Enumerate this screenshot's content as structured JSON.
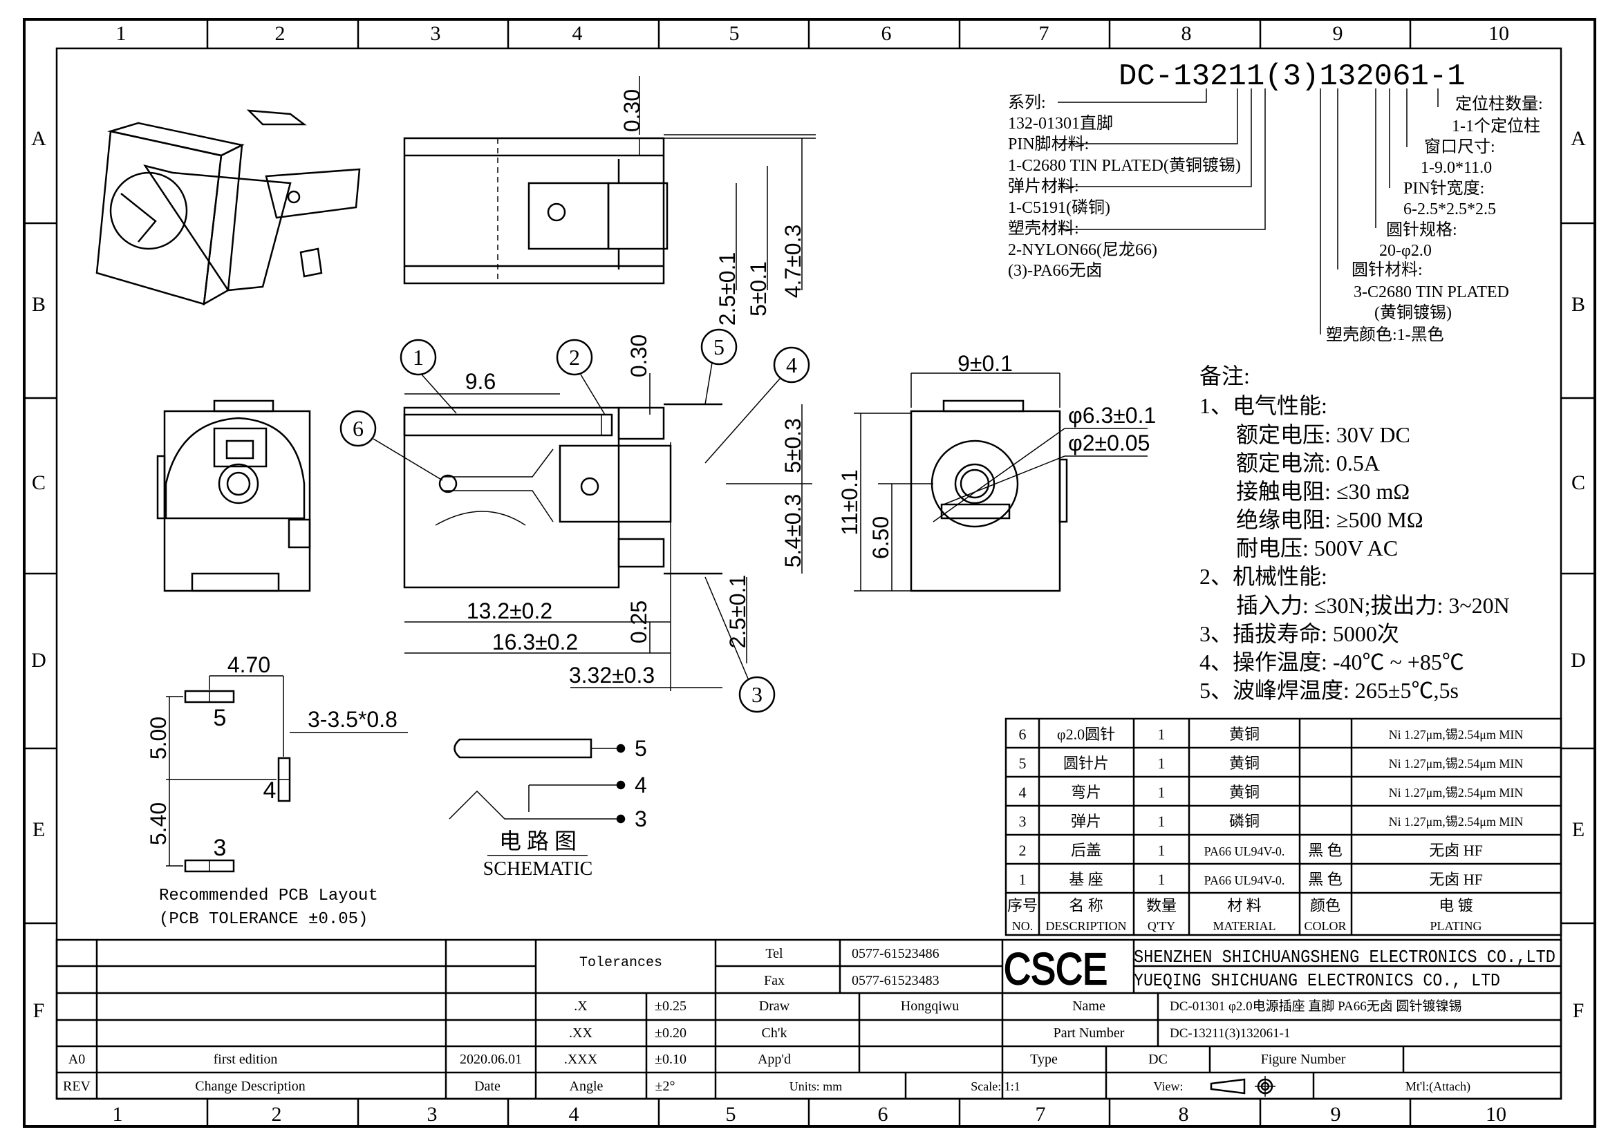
{
  "zone_columns": [
    "1",
    "2",
    "3",
    "4",
    "5",
    "6",
    "7",
    "8",
    "9",
    "10"
  ],
  "zone_rows": [
    "A",
    "B",
    "C",
    "D",
    "E",
    "F"
  ],
  "part_code": {
    "main": "DC-13211(3)132061-1",
    "lines": [
      "系列:",
      "132-01301直脚",
      "PIN脚材料:",
      "1-C2680 TIN PLATED(黄铜镀锡)",
      "弹片材料:",
      "1-C5191(磷铜)",
      "塑壳材料:",
      "2-NYLON66(尼龙66)",
      "(3)-PA66无卤"
    ],
    "right_notes": [
      "定位柱数量:",
      "1-1个定位柱",
      "窗口尺寸:",
      "1-9.0*11.0",
      "PIN针宽度:",
      "6-2.5*2.5*2.5",
      "圆针规格:",
      "20-φ2.0",
      "圆针材料:",
      "3-C2680 TIN PLATED",
      "(黄铜镀锡)",
      "塑壳颜色:1-黑色"
    ]
  },
  "notes": {
    "title": "备注:",
    "items": [
      "1、电气性能:",
      "额定电压: 30V DC",
      "额定电流: 0.5A",
      "接触电阻: ≤30 mΩ",
      "绝缘电阻: ≥500 MΩ",
      "耐电压: 500V AC",
      "2、机械性能:",
      "插入力: ≤30N;拔出力: 3~20N",
      "3、插拔寿命: 5000次",
      "4、操作温度: -40℃ ~ +85℃",
      "5、波峰焊温度: 265±5℃,5s"
    ]
  },
  "dimensions": {
    "top_view": [
      "0.30",
      "4.7±0.3",
      "2.5±0.1",
      "5±0.1"
    ],
    "side_view": [
      "9.6",
      "0.30",
      "5±0.3",
      "5.4±0.3",
      "13.2±0.2",
      "16.3±0.2",
      "0.25",
      "2.5±0.1",
      "3.32±0.3"
    ],
    "front_view": [
      "9±0.1",
      "φ6.3±0.1",
      "φ2±0.05",
      "11±0.1",
      "6.50"
    ],
    "pcb": [
      "4.70",
      "3-3.5*0.8",
      "5.00",
      "5.40"
    ]
  },
  "balloons": [
    "1",
    "2",
    "3",
    "4",
    "5",
    "6"
  ],
  "pcb_layout": {
    "pad_labels": [
      "5",
      "4",
      "3"
    ],
    "caption1": "Recommended PCB Layout",
    "caption2": "(PCB TOLERANCE ±0.05)"
  },
  "schematic": {
    "pins": [
      "5",
      "4",
      "3"
    ],
    "title_cn": "电 路 图",
    "title_en": "SCHEMATIC"
  },
  "bom": {
    "rows": [
      {
        "no": "6",
        "desc": "φ2.0圆针",
        "qty": "1",
        "material": "黄铜",
        "color": "",
        "plating": "Ni 1.27μm,锡2.54μm MIN"
      },
      {
        "no": "5",
        "desc": "圆针片",
        "qty": "1",
        "material": "黄铜",
        "color": "",
        "plating": "Ni 1.27μm,锡2.54μm MIN"
      },
      {
        "no": "4",
        "desc": "弯片",
        "qty": "1",
        "material": "黄铜",
        "color": "",
        "plating": "Ni 1.27μm,锡2.54μm MIN"
      },
      {
        "no": "3",
        "desc": "弹片",
        "qty": "1",
        "material": "磷铜",
        "color": "",
        "plating": "Ni 1.27μm,锡2.54μm MIN"
      },
      {
        "no": "2",
        "desc": "后盖",
        "qty": "1",
        "material": "PA66 UL94V-0.",
        "color": "黑 色",
        "plating": "无卤 HF"
      },
      {
        "no": "1",
        "desc": "基 座",
        "qty": "1",
        "material": "PA66 UL94V-0.",
        "color": "黑 色",
        "plating": "无卤 HF"
      }
    ],
    "header": {
      "no_cn": "序号",
      "no_en": "NO.",
      "desc_cn": "名 称",
      "desc_en": "DESCRIPTION",
      "qty_cn": "数量",
      "qty_en": "Q'TY",
      "mat_cn": "材 料",
      "mat_en": "MATERIAL",
      "color_cn": "颜色",
      "color_en": "COLOR",
      "plating_cn": "电 镀",
      "plating_en": "PLATING"
    }
  },
  "title_block": {
    "tolerances_label": "Tolerances",
    "tol_rows": [
      {
        "label": ".X",
        "value": "±0.25"
      },
      {
        "label": ".XX",
        "value": "±0.20"
      },
      {
        "label": ".XXX",
        "value": "±0.10"
      },
      {
        "label": "Angle",
        "value": "±2°"
      }
    ],
    "tel_label": "Tel",
    "tel": "0577-61523486",
    "fax_label": "Fax",
    "fax": "0577-61523483",
    "logo": "CSCE",
    "company1": "SHENZHEN SHICHUANGSHENG ELECTRONICS CO.,LTD",
    "company2": "YUEQING SHICHUANG ELECTRONICS CO., LTD",
    "draw_label": "Draw",
    "draw_value": "Hongqiwu",
    "chk_label": "Ch'k",
    "appd_label": "App'd",
    "units": "Units: mm",
    "scale": "Scale: 1:1",
    "name_label": "Name",
    "name_value": "DC-01301 φ2.0电源插座 直脚 PA66无卤 圆针镀镍锡",
    "pn_label": "Part Number",
    "pn_value": "DC-13211(3)132061-1",
    "type_label": "Type",
    "type_value": "DC",
    "figure_label": "Figure Number",
    "view_label": "View:",
    "mtl": "Mt'l:(Attach)",
    "rev_row": {
      "rev": "A0",
      "desc": "first edition",
      "date": "2020.06.01"
    },
    "rev_header": {
      "rev": "REV",
      "desc": "Change Description",
      "date": "Date"
    }
  }
}
